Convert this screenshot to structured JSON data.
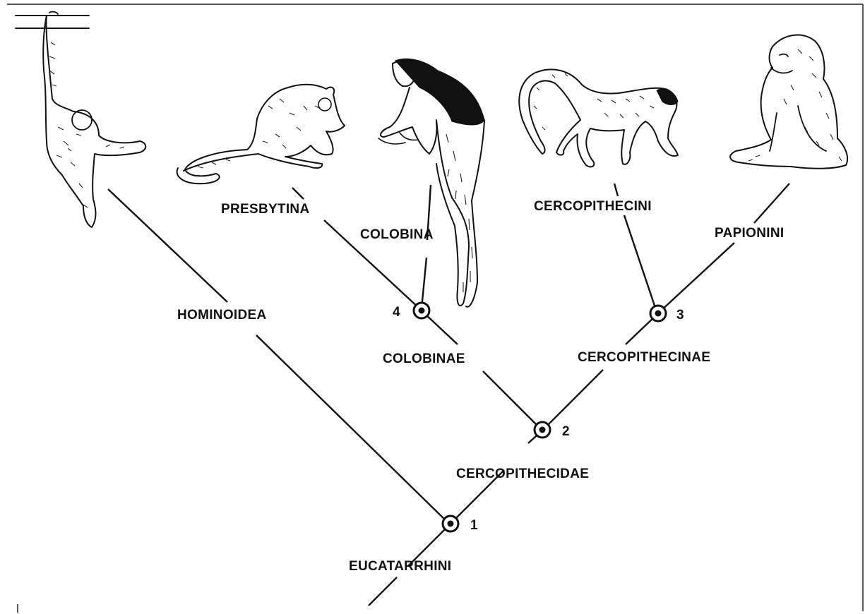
{
  "diagram": {
    "colors": {
      "ink": "#111111",
      "background": "#ffffff"
    },
    "taxa": {
      "hominoidea": "HOMINOIDEA",
      "presbytina": "PRESBYTINA",
      "colobina": "COLOBINA",
      "colobinae": "COLOBINAE",
      "cercopithecini": "CERCOPITHECINI",
      "papionini": "PAPIONINI",
      "cercopithecinae": "CERCOPITHECINAE",
      "cercopithecidae": "CERCOPITHECIDAE",
      "eucatarrhini": "EUCATARRHINI"
    },
    "nodes": {
      "n1": "1",
      "n2": "2",
      "n3": "3",
      "n4": "4"
    },
    "illustrations": [
      "gibbon",
      "langur",
      "colobus",
      "guenon",
      "baboon"
    ]
  }
}
